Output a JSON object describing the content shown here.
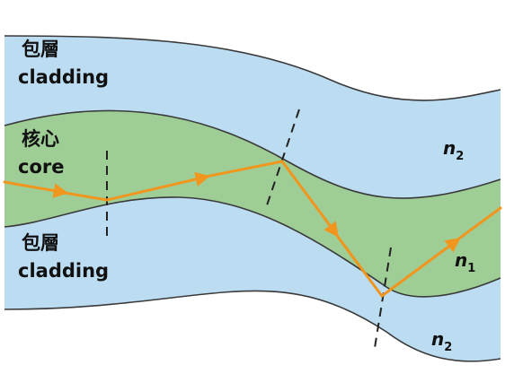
{
  "labels": {
    "cladding_top_zh": "包層",
    "cladding_top_en": "cladding",
    "core_zh": "核心",
    "core_en": "core",
    "cladding_bottom_zh": "包層",
    "cladding_bottom_en": "cladding",
    "n2_top": {
      "base": "n",
      "sub": "2"
    },
    "n1": {
      "base": "n",
      "sub": "1"
    },
    "n2_bottom": {
      "base": "n",
      "sub": "2"
    }
  },
  "colors": {
    "cladding_fill": "#bcdcf2",
    "core_fill": "#9fcd96",
    "boundary_stroke": "#3a3a3a",
    "ray": "#f0961e",
    "normal_line": "#222222"
  }
}
